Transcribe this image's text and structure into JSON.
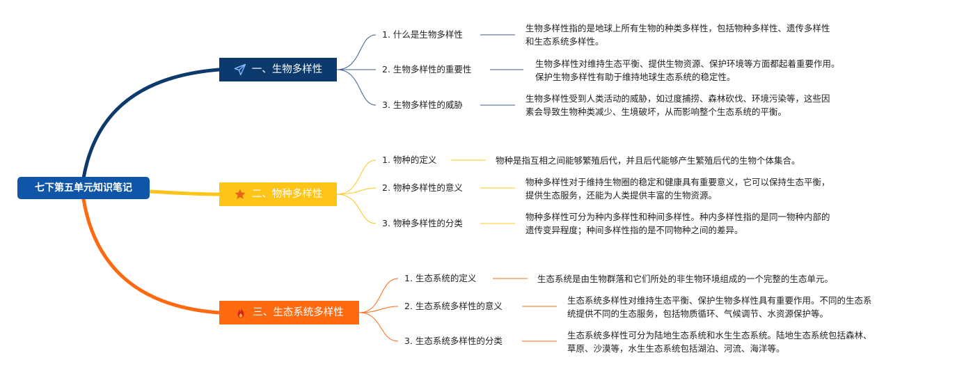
{
  "root": {
    "title": "七下第五单元知识笔记"
  },
  "colors": {
    "root": "#0f56a8",
    "branch1": "#0d3a6c",
    "branch2": "#ffc418",
    "branch3": "#fd6a10"
  },
  "branches": [
    {
      "title": "一、生物多样性",
      "icon": "paper-plane-icon",
      "children": [
        {
          "label": "1. 什么是生物多样性",
          "desc": [
            "生物多样性指的是地球上所有生物的种类多样性，包括物种多样性、遗传多样性",
            "和生态系统多样性。"
          ]
        },
        {
          "label": "2. 生物多样性的重要性",
          "desc": [
            "生物多样性对维持生态平衡、提供生物资源、保护环境等方面都起着重要作用。",
            "保护生物多样性有助于维持地球生态系统的稳定性。"
          ]
        },
        {
          "label": "3. 生物多样性的威胁",
          "desc": [
            "生物多样性受到人类活动的威胁，如过度捕捞、森林砍伐、环境污染等，这些因",
            "素会导致生物种类减少、生境破坏，从而影响整个生态系统的平衡。"
          ]
        }
      ]
    },
    {
      "title": "二、物种多样性",
      "icon": "star-icon",
      "children": [
        {
          "label": "1. 物种的定义",
          "desc": [
            "物种是指互相之间能够繁殖后代，并且后代能够产生繁殖后代的生物个体集合。"
          ]
        },
        {
          "label": "2. 物种多样性的意义",
          "desc": [
            "物种多样性对于维持生物圈的稳定和健康具有重要意义，它可以保持生态平衡，",
            "提供生态服务，还能为人类提供丰富的生物资源。"
          ]
        },
        {
          "label": "3. 物种多样性的分类",
          "desc": [
            "物种多样性可分为种内多样性和种间多样性。种内多样性指的是同一物种内部的",
            "遗传变异程度；种间多样性指的是不同物种之间的差异。"
          ]
        }
      ]
    },
    {
      "title": "三、生态系统多样性",
      "icon": "fire-icon",
      "children": [
        {
          "label": "1. 生态系统的定义",
          "desc": [
            "生态系统是由生物群落和它们所处的非生物环境组成的一个完整的生态单元。"
          ]
        },
        {
          "label": "2. 生态系统多样性的意义",
          "desc": [
            "生态系统多样性对维持生态平衡、保护生物多样性具有重要作用。不同的生态系",
            "统提供不同的生态服务，包括物质循环、气候调节、水资源保护等。"
          ]
        },
        {
          "label": "3. 生态系统多样性的分类",
          "desc": [
            "生态系统多样性可分为陆地生态系统和水生生态系统。陆地生态系统包括森林、",
            "草原、沙漠等，水生生态系统包括湖泊、河流、海洋等。"
          ]
        }
      ]
    }
  ]
}
